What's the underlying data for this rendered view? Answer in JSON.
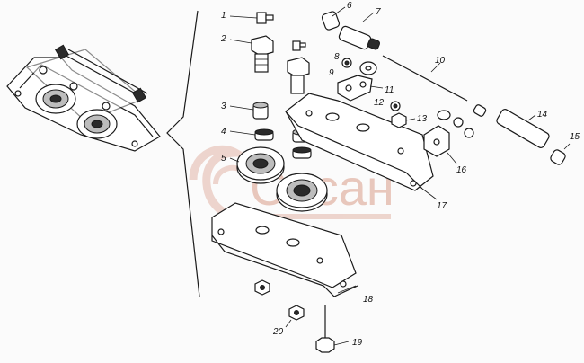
{
  "watermark": {
    "text": "Спсан",
    "color": "#e2b6a8"
  },
  "callouts": [
    "1",
    "2",
    "3",
    "4",
    "5",
    "6",
    "7",
    "8",
    "9",
    "10",
    "11",
    "12",
    "13",
    "14",
    "15",
    "16",
    "17",
    "18",
    "19",
    "20"
  ]
}
